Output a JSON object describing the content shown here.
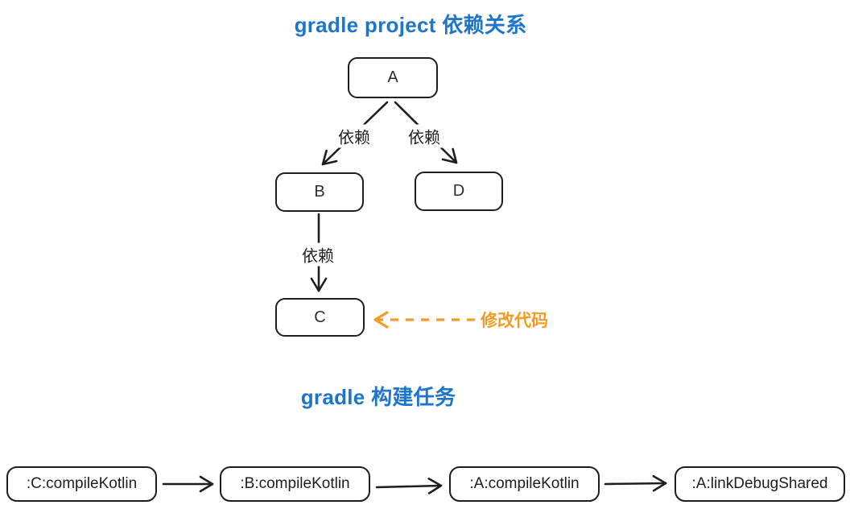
{
  "dependency_graph": {
    "title": "gradle project 依赖关系",
    "nodes": {
      "a": "A",
      "b": "B",
      "c": "C",
      "d": "D"
    },
    "edges": [
      {
        "from": "A",
        "to": "B",
        "label": "依赖"
      },
      {
        "from": "A",
        "to": "D",
        "label": "依赖"
      },
      {
        "from": "B",
        "to": "C",
        "label": "依赖"
      }
    ],
    "annotation": {
      "text": "修改代码",
      "target": "C"
    }
  },
  "build_tasks": {
    "title": "gradle 构建任务",
    "tasks": [
      ":C:compileKotlin",
      ":B:compileKotlin",
      ":A:compileKotlin",
      ":A:linkDebugShared"
    ]
  },
  "colors": {
    "title_blue": "#1e76cc",
    "accent_orange": "#f59a23",
    "line_dark": "#1e1e1e",
    "background": "#ffffff"
  }
}
